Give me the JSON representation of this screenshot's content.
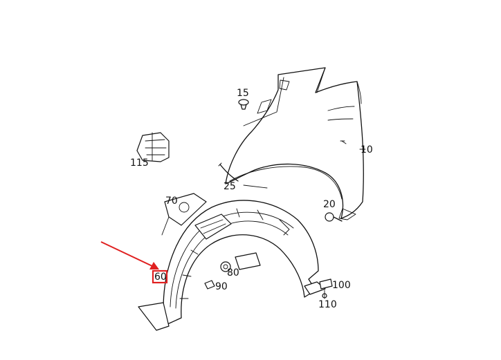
{
  "diagram": {
    "part_labels": {
      "p10": "10",
      "p15": "15",
      "p20": "20",
      "p25": "25",
      "p60": "60",
      "p70": "70",
      "p80": "80",
      "p90": "90",
      "p100": "100",
      "p110": "110",
      "p115": "115"
    },
    "highlight_color": "#e02020",
    "line_color": "#111111"
  }
}
